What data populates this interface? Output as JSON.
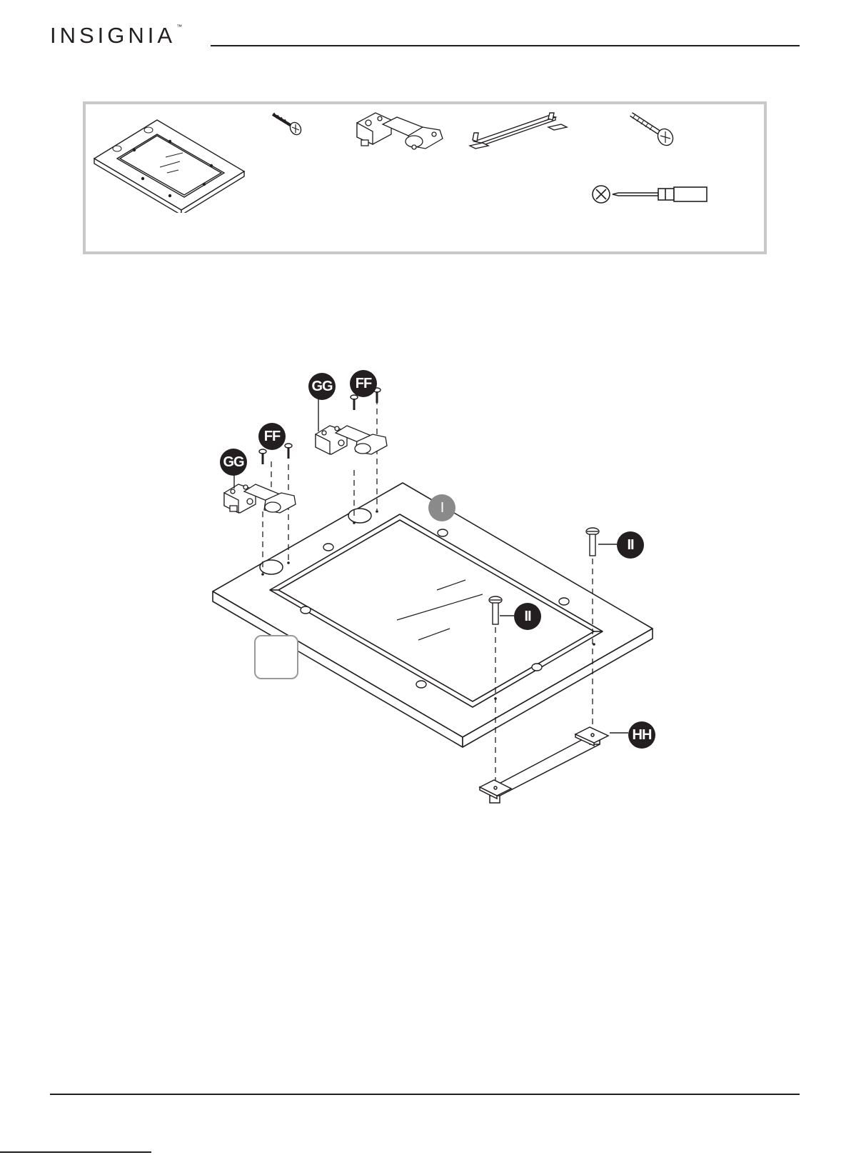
{
  "header": {
    "brand": "INSIGNIA",
    "trademark": "™"
  },
  "parts_box": {
    "items": [
      "door-panel",
      "wood-screw",
      "hinge",
      "handle",
      "machine-screw"
    ],
    "tool": "phillips-screwdriver-icon"
  },
  "callouts": {
    "gg_upper": "GG",
    "ff_upper": "FF",
    "ff_lower": "FF",
    "gg_lower": "GG",
    "i_panel": "I",
    "ii_right": "II",
    "ii_center": "II",
    "hh_handle": "HH"
  },
  "colors": {
    "ink": "#231f20",
    "box_border": "#c8c8c8",
    "callout_grey": "#8a8a8a"
  }
}
